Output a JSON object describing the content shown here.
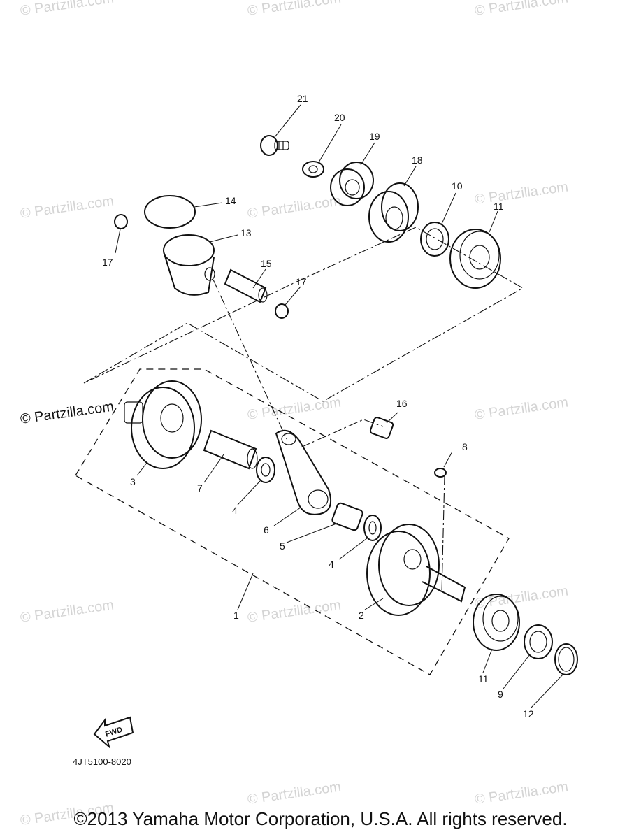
{
  "watermark": "© Partzilla.com",
  "diagram_code": "4JT5100-8020",
  "fwd_label": "FWD",
  "copyright": "©2013 Yamaha Motor Corporation, U.S.A. All rights reserved.",
  "callouts": {
    "n1": "1",
    "n2": "2",
    "n3": "3",
    "n4a": "4",
    "n4b": "4",
    "n5": "5",
    "n6": "6",
    "n7": "7",
    "n8": "8",
    "n9": "9",
    "n10": "10",
    "n11a": "11",
    "n11b": "11",
    "n12": "12",
    "n13": "13",
    "n14": "14",
    "n15": "15",
    "n16": "16",
    "n17a": "17",
    "n17b": "17",
    "n18": "18",
    "n19": "19",
    "n20": "20",
    "n21": "21"
  }
}
